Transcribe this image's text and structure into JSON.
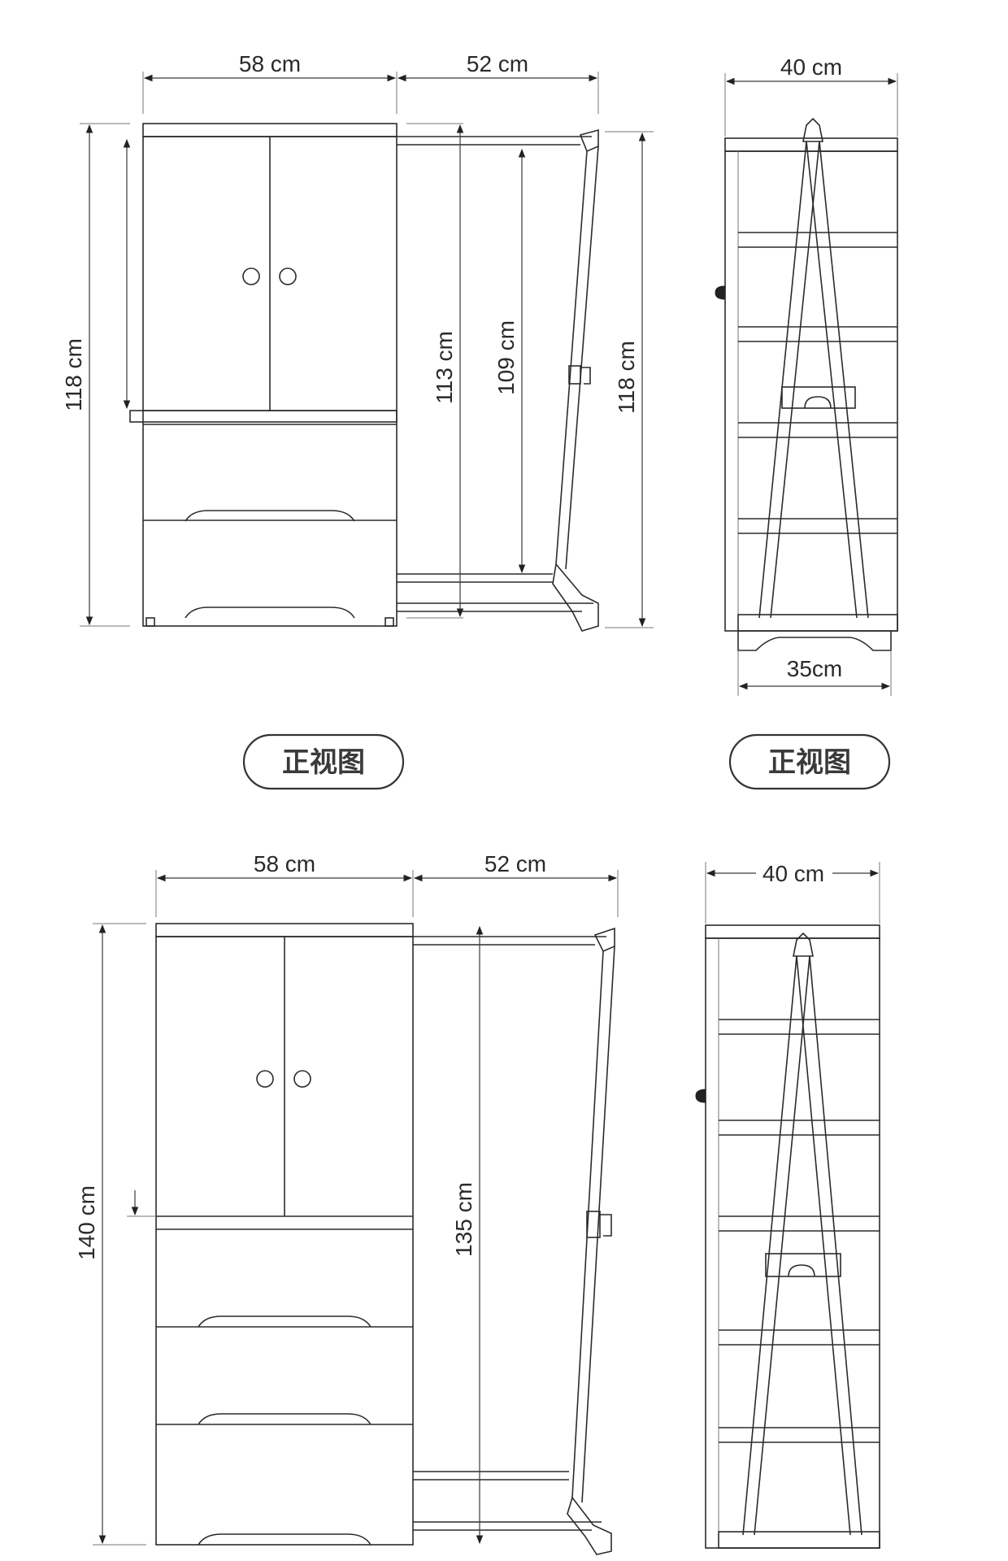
{
  "top": {
    "front": {
      "width_left": "58 cm",
      "width_right": "52 cm",
      "height_total": "118 cm",
      "height_rack_outer": "113 cm",
      "height_rack_inner": "109 cm",
      "height_rack_right": "118 cm"
    },
    "side": {
      "width_top": "40 cm",
      "width_base": "35cm"
    },
    "label_front": "正视图",
    "label_side": "正视图"
  },
  "bottom": {
    "front": {
      "width_left": "58 cm",
      "width_right": "52 cm",
      "height_total": "140 cm",
      "height_rack": "135 cm"
    },
    "side": {
      "width_top": "40 cm"
    }
  }
}
